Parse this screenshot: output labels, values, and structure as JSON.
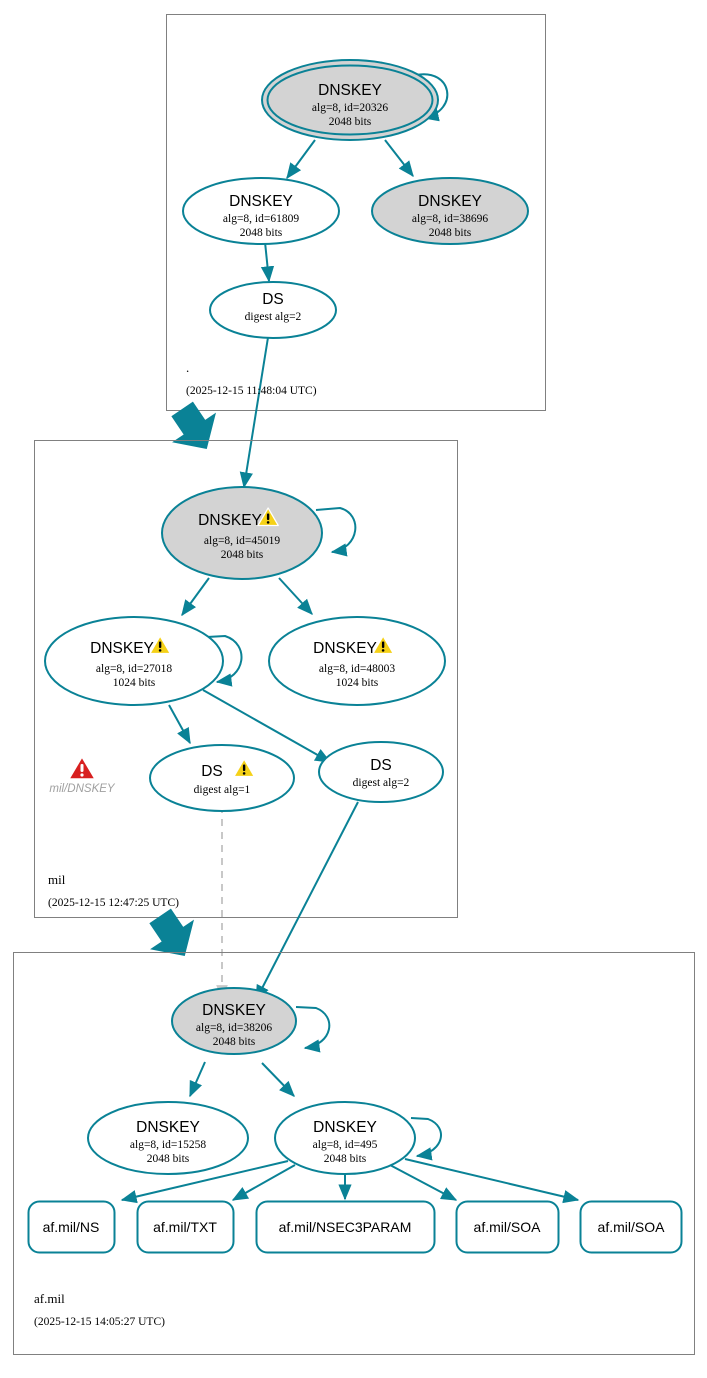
{
  "diagram": {
    "title": "DNSSEC authentication chain",
    "accent_color": "#0a8296",
    "zone_border_color": "#808080",
    "ksk_fill": "#d3d3d3",
    "zsk_fill": "#ffffff",
    "warning_color": "#f5d117",
    "error_color": "#d81f1f",
    "dashed_color": "#c8c8c8"
  },
  "zones": [
    {
      "id": "root",
      "name": ".",
      "timestamp": "(2025-12-15 11:48:04 UTC)",
      "nodes": [
        {
          "id": "root-ksk",
          "kind": "DNSKEY",
          "title": "DNSKEY",
          "line2": "alg=8, id=20326",
          "line3": "2048 bits",
          "fill": "gray",
          "double_ring": true,
          "status": "secure",
          "self_loop": true
        },
        {
          "id": "root-zsk-61809",
          "kind": "DNSKEY",
          "title": "DNSKEY",
          "line2": "alg=8, id=61809",
          "line3": "2048 bits",
          "fill": "white",
          "double_ring": false,
          "status": "secure",
          "self_loop": false
        },
        {
          "id": "root-zsk-38696",
          "kind": "DNSKEY",
          "title": "DNSKEY",
          "line2": "alg=8, id=38696",
          "line3": "2048 bits",
          "fill": "gray",
          "double_ring": false,
          "status": "secure",
          "self_loop": false
        },
        {
          "id": "root-ds",
          "kind": "DS",
          "title": "DS",
          "line2": "digest alg=2",
          "line3": "",
          "fill": "white",
          "double_ring": false,
          "status": "secure",
          "self_loop": false
        }
      ]
    },
    {
      "id": "mil",
      "name": "mil",
      "timestamp": "(2025-12-15 12:47:25 UTC)",
      "error_marker": {
        "label": "mil/DNSKEY",
        "icon": "error-triangle-icon"
      },
      "nodes": [
        {
          "id": "mil-ksk",
          "kind": "DNSKEY",
          "title": "DNSKEY",
          "line2": "alg=8, id=45019",
          "line3": "2048 bits",
          "fill": "gray",
          "double_ring": false,
          "status": "warning",
          "self_loop": true
        },
        {
          "id": "mil-zsk-27018",
          "kind": "DNSKEY",
          "title": "DNSKEY",
          "line2": "alg=8, id=27018",
          "line3": "1024 bits",
          "fill": "white",
          "double_ring": false,
          "status": "warning",
          "self_loop": true
        },
        {
          "id": "mil-zsk-48003",
          "kind": "DNSKEY",
          "title": "DNSKEY",
          "line2": "alg=8, id=48003",
          "line3": "1024 bits",
          "fill": "white",
          "double_ring": false,
          "status": "warning",
          "self_loop": false
        },
        {
          "id": "mil-ds-1",
          "kind": "DS",
          "title": "DS",
          "line2": "digest alg=1",
          "line3": "",
          "fill": "white",
          "double_ring": false,
          "status": "warning",
          "self_loop": false
        },
        {
          "id": "mil-ds-2",
          "kind": "DS",
          "title": "DS",
          "line2": "digest alg=2",
          "line3": "",
          "fill": "white",
          "double_ring": false,
          "status": "secure",
          "self_loop": false
        }
      ]
    },
    {
      "id": "afmil",
      "name": "af.mil",
      "timestamp": "(2025-12-15 14:05:27 UTC)",
      "nodes": [
        {
          "id": "afmil-ksk",
          "kind": "DNSKEY",
          "title": "DNSKEY",
          "line2": "alg=8, id=38206",
          "line3": "2048 bits",
          "fill": "gray",
          "double_ring": false,
          "status": "secure",
          "self_loop": true
        },
        {
          "id": "afmil-zsk-15258",
          "kind": "DNSKEY",
          "title": "DNSKEY",
          "line2": "alg=8, id=15258",
          "line3": "2048 bits",
          "fill": "white",
          "double_ring": false,
          "status": "secure",
          "self_loop": false
        },
        {
          "id": "afmil-zsk-495",
          "kind": "DNSKEY",
          "title": "DNSKEY",
          "line2": "alg=8, id=495",
          "line3": "2048 bits",
          "fill": "white",
          "double_ring": false,
          "status": "secure",
          "self_loop": true
        }
      ],
      "rrsets": [
        {
          "id": "rr-ns",
          "label": "af.mil/NS"
        },
        {
          "id": "rr-txt",
          "label": "af.mil/TXT"
        },
        {
          "id": "rr-nsec3param",
          "label": "af.mil/NSEC3PARAM"
        },
        {
          "id": "rr-soa-1",
          "label": "af.mil/SOA"
        },
        {
          "id": "rr-soa-2",
          "label": "af.mil/SOA"
        }
      ]
    }
  ]
}
